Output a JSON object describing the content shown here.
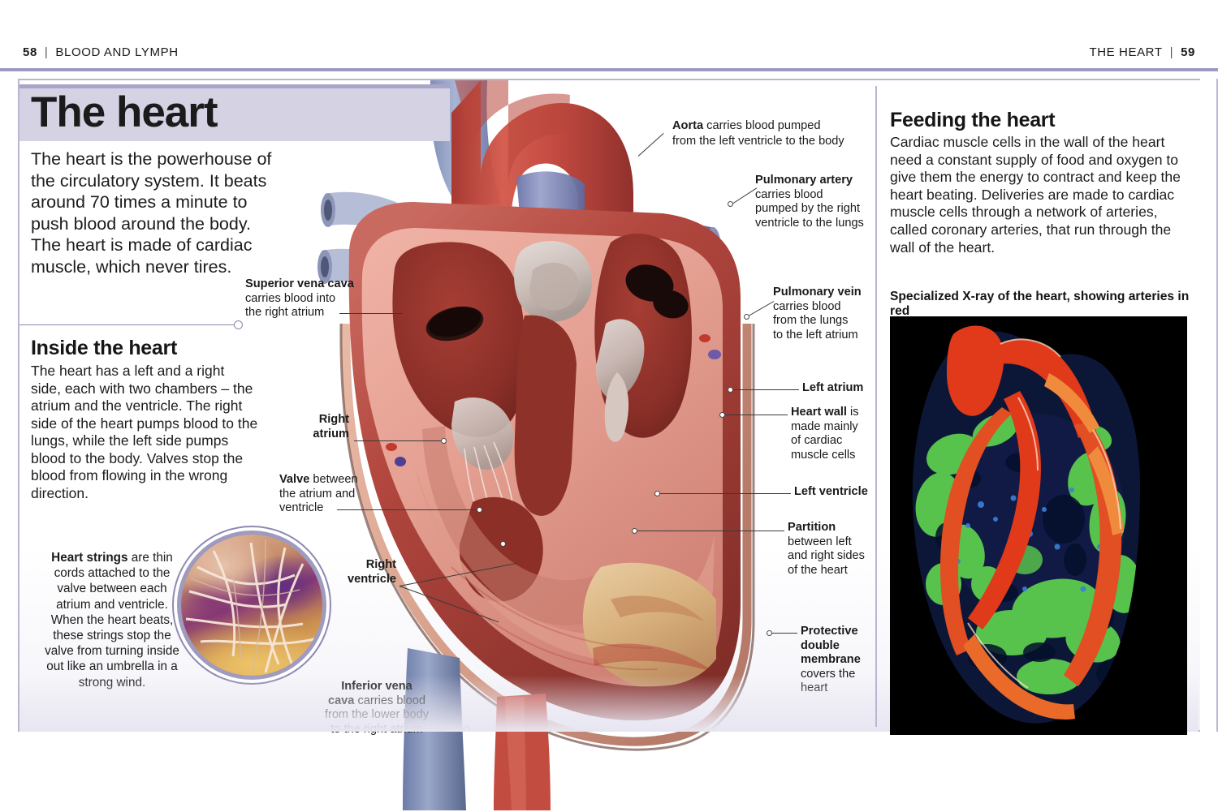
{
  "running_head": {
    "left_page_number": "58",
    "left_title": "BLOOD AND LYMPH",
    "right_title": "THE HEART",
    "right_page_number": "59",
    "separator": "|"
  },
  "left_page": {
    "title": "The heart",
    "intro": "The heart is the powerhouse of the circulatory system. It beats around 70 times a minute to push blood around the body. The heart is made of cardiac muscle, which never tires.",
    "inside_heading": "Inside the heart",
    "inside_body": "The heart has a left and a right side, each with two chambers – the atrium and the ventricle. The right side of the heart pumps blood to the lungs, while the left side pumps blood to the body. Valves stop the blood from flowing in the wrong direction.",
    "heart_strings_caption_bold": "Heart strings",
    "heart_strings_caption_rest": " are thin cords attached to the valve between each atrium and ventricle. When the heart beats, these strings stop the valve from turning inside out like an umbrella in a strong wind."
  },
  "diagram_labels": [
    {
      "id": "superior-vena-cava",
      "bold": "Superior vena cava",
      "rest": "carries blood into the right atrium"
    },
    {
      "id": "aorta",
      "bold": "Aorta",
      "rest": "carries blood pumped from the left ventricle to the body"
    },
    {
      "id": "pulmonary-artery",
      "bold": "Pulmonary artery",
      "rest": "carries blood pumped by the right ventricle to the lungs"
    },
    {
      "id": "pulmonary-vein",
      "bold": "Pulmonary vein",
      "rest": "carries blood from the lungs to the left atrium"
    },
    {
      "id": "left-atrium",
      "bold": "Left atrium",
      "rest": ""
    },
    {
      "id": "heart-wall",
      "bold": "Heart wall",
      "rest": "is made mainly of cardiac muscle cells"
    },
    {
      "id": "left-ventricle",
      "bold": "Left ventricle",
      "rest": ""
    },
    {
      "id": "partition",
      "bold": "Partition",
      "rest": "between left and right sides of the heart"
    },
    {
      "id": "protective-double-membrane",
      "bold": "Protective double membrane",
      "rest": "covers the heart"
    },
    {
      "id": "right-atrium",
      "bold": "Right atrium",
      "rest": ""
    },
    {
      "id": "valve",
      "bold": "Valve",
      "rest": "between the atrium and ventricle"
    },
    {
      "id": "right-ventricle",
      "bold": "Right ventricle",
      "rest": ""
    },
    {
      "id": "inferior-vena-cava",
      "bold": "Inferior vena cava",
      "rest": "carries blood from the lower body to the right atrium"
    }
  ],
  "label_text": {
    "superior_vena_cava_bold": "Superior vena cava",
    "superior_vena_cava_rest": "carries blood into\nthe right atrium",
    "aorta_bold": "Aorta",
    "aorta_rest": " carries blood pumped\nfrom the left ventricle to the body",
    "pulmonary_artery_bold": "Pulmonary artery",
    "pulmonary_artery_rest": "carries blood\npumped by the right\nventricle to the lungs",
    "pulmonary_vein_bold": "Pulmonary vein",
    "pulmonary_vein_rest": "carries blood\nfrom the lungs\nto the left atrium",
    "left_atrium": "Left atrium",
    "heart_wall_bold": "Heart wall",
    "heart_wall_rest": " is\nmade mainly\nof cardiac\nmuscle cells",
    "left_ventricle": "Left ventricle",
    "partition_bold": "Partition",
    "partition_rest": "between left\nand right sides\nof the heart",
    "membrane_bold": "Protective\ndouble\nmembrane",
    "membrane_rest": "covers the\nheart",
    "right_atrium": "Right\natrium",
    "valve_bold": "Valve",
    "valve_rest": " between\nthe atrium and\nventricle",
    "right_ventricle": "Right\nventricle",
    "inferior_vena_cava_bold": "Inferior vena\ncava",
    "inferior_vena_cava_rest": " carries blood\nfrom the lower body\nto the right atrium"
  },
  "right_page": {
    "feeding_heading": "Feeding the heart",
    "feeding_body": "Cardiac muscle cells in the wall of the heart need a constant supply of food and oxygen to give them the energy to contract and keep the heart beating. Deliveries are made to cardiac muscle cells through a network of arteries, called coronary arteries, that run through the wall of the heart.",
    "xray_caption": "Specialized X-ray of the heart, showing arteries in red"
  },
  "colors": {
    "rule": "#9d9ac2",
    "frame": "#b9b6d4",
    "title_band": "#d5d2e4",
    "title_band_top": "#a9a5c9",
    "text": "#1c1c1c",
    "xray_background": "#000000",
    "xray_artery_red": "#e03a1b",
    "xray_green": "#55c04a",
    "xray_blue": "#16307a",
    "xray_orange": "#f08a3c"
  }
}
